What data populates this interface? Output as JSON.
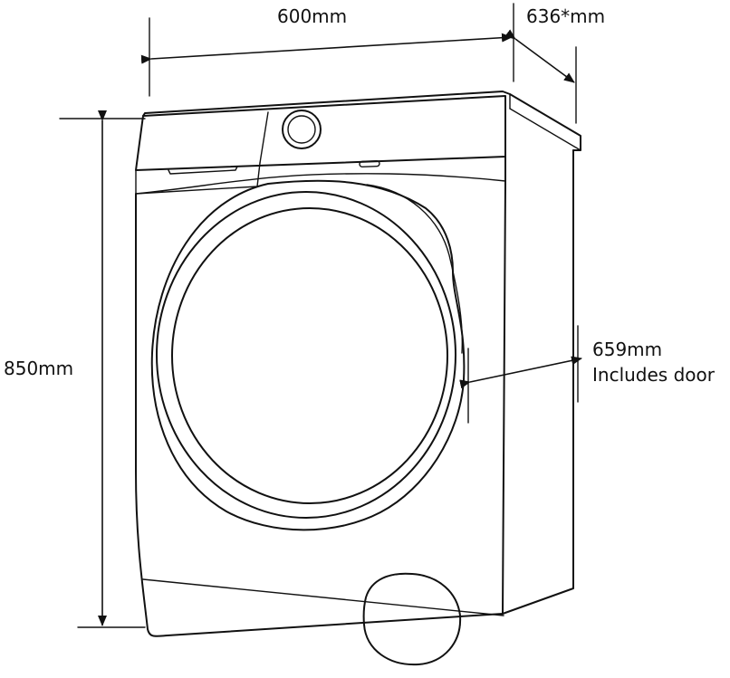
{
  "dimensions": {
    "width_label": "600mm",
    "depth_label": "636*mm",
    "height_label": "850mm",
    "door_depth_label": "659mm",
    "door_depth_note": "Includes door"
  },
  "colors": {
    "line": "#111111",
    "background": "#ffffff"
  }
}
